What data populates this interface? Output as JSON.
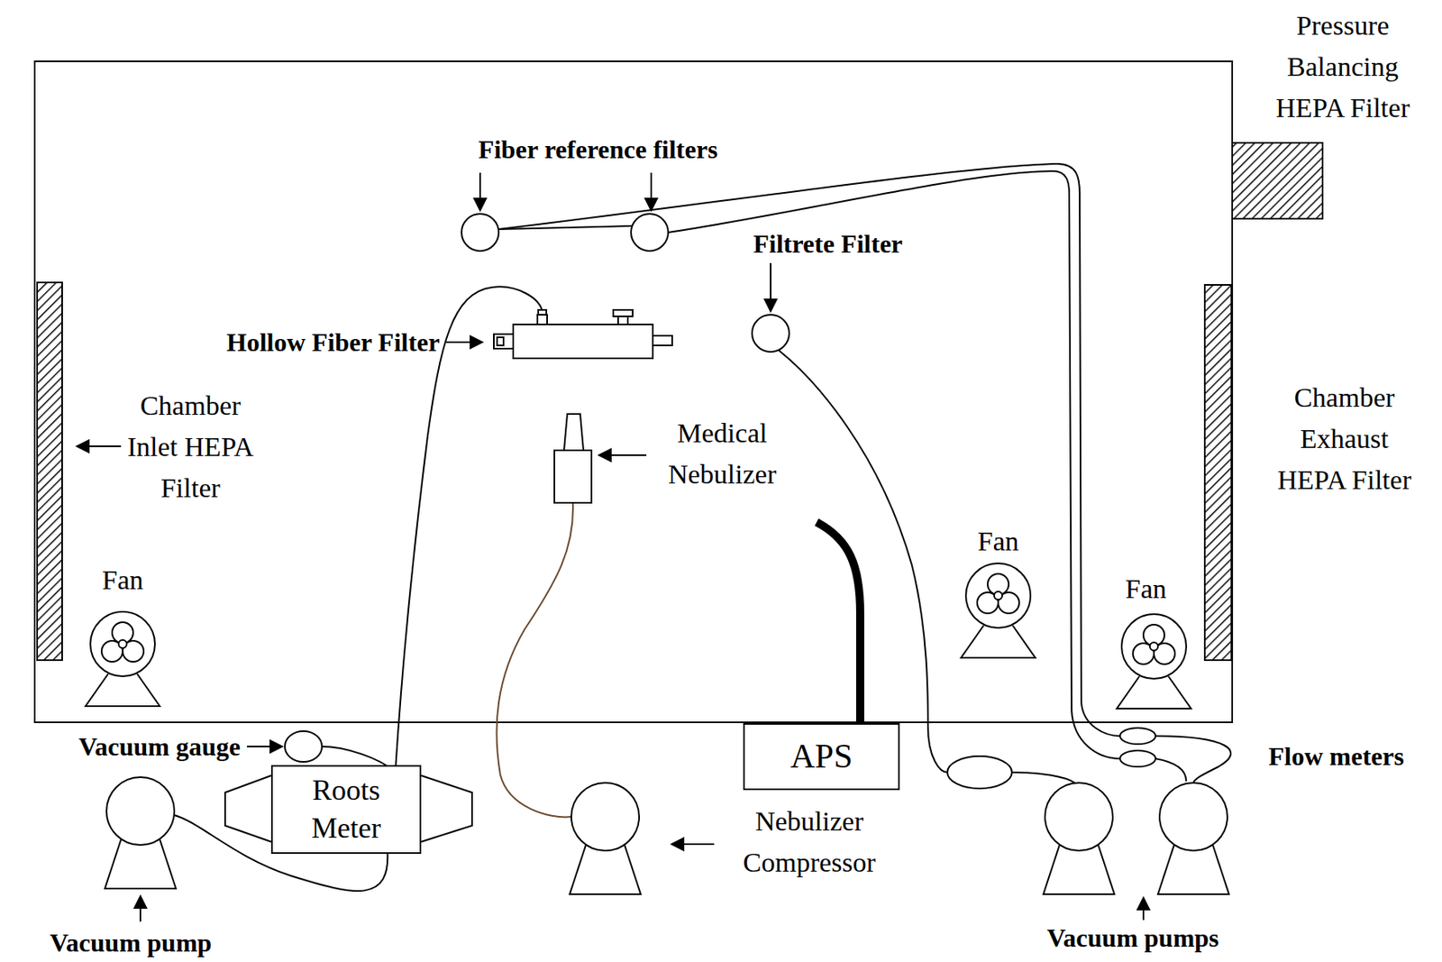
{
  "diagram": {
    "nodes": [
      {
        "text": [
          "Roots Meter"
        ]
      },
      {
        "text": [
          "APS"
        ]
      }
    ],
    "labels": [
      "Pressure Balancing HEPA Filter",
      "Fiber reference filters",
      "Filtrete Filter",
      "Hollow Fiber Filter",
      "Chamber Inlet HEPA Filter",
      "Medical Nebulizer",
      "Chamber Exhaust HEPA Filter",
      "Fan",
      "Fan",
      "Fan",
      "Vacuum gauge",
      "Flow meters",
      "Nebulizer Compressor",
      "Vacuum pump",
      "Vacuum pumps"
    ]
  }
}
